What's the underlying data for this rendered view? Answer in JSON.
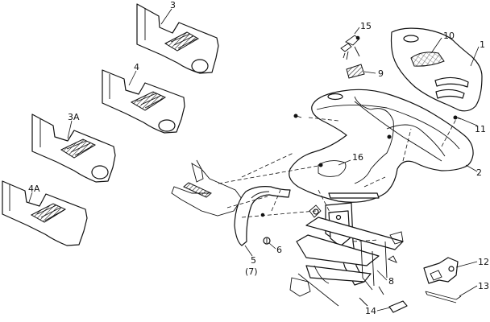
{
  "callouts": {
    "c1": "1",
    "c2": "2",
    "c3": "3",
    "c3a": "3A",
    "c4": "4",
    "c4a": "4A",
    "c5": "5",
    "c7": "(7)",
    "c6": "6",
    "c8": "8",
    "c9": "9",
    "c10": "10",
    "c11": "11",
    "c12": "12",
    "c13": "13",
    "c14": "14",
    "c15": "15",
    "c16": "16"
  },
  "colors": {
    "ink": "#111111",
    "paper": "#ffffff"
  }
}
